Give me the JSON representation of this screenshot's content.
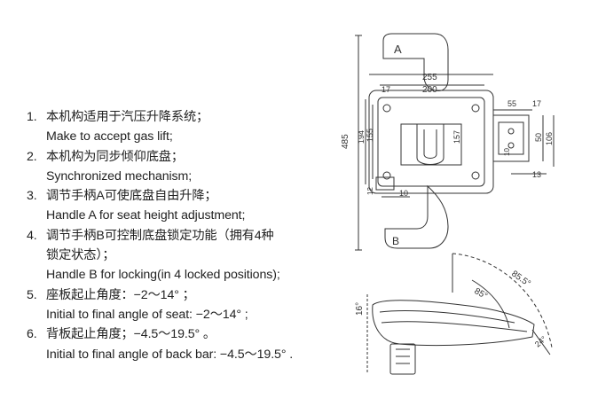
{
  "specs": {
    "items": [
      {
        "num": "1.",
        "zh": "本机构适用于汽压升降系统；",
        "en": "Make to accept gas lift;"
      },
      {
        "num": "2.",
        "zh": "本机构为同步倾仰底盘；",
        "en": "Synchronized mechanism;"
      },
      {
        "num": "3.",
        "zh": "调节手柄A可使底盘自由升降；",
        "en": "Handle A for seat height adjustment;"
      },
      {
        "num": "4.",
        "zh": "调节手柄B可控制底盘锁定功能（拥有4种",
        "zh2": "锁定状态）；",
        "en": "Handle B for locking(in 4 locked positions);"
      },
      {
        "num": "5.",
        "zh": "座板起止角度：−2～14°  ；",
        "en": "Initial to final angle of seat: −2～14°  ;"
      },
      {
        "num": "6.",
        "zh": "背板起止角度；−4.5～19.5°  。",
        "en": "Initial to final angle of back bar: −4.5～19.5°  ."
      }
    ]
  },
  "top_view": {
    "handle_a": "A",
    "handle_b": "B",
    "dim_overall_height": "485",
    "dim_width_outer": "255",
    "dim_width_inner": "200",
    "dim_left_offset": "17",
    "dim_plate_h1": "194",
    "dim_plate_h2": "155",
    "dim_center_h": "157",
    "dim_right_55": "55",
    "dim_right_17": "17",
    "dim_right_50": "50",
    "dim_right_106": "106",
    "dim_right_10": "10",
    "dim_right_13": "13",
    "dim_bottom_12": "12",
    "dim_bottom_10": "10"
  },
  "side_view": {
    "angle_16": "16°",
    "angle_85": "85°",
    "angle_85_5": "85.5°",
    "angle_24": "24°"
  }
}
